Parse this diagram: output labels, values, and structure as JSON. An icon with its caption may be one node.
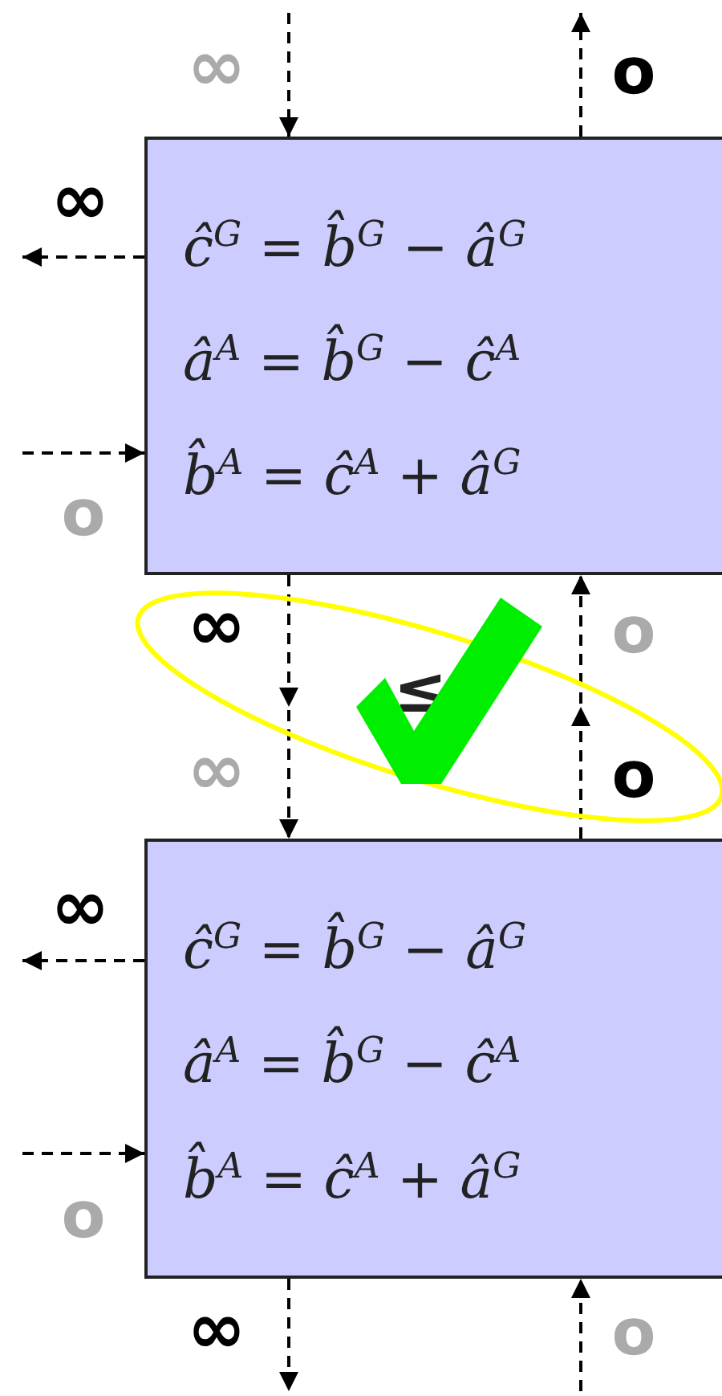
{
  "diagram": {
    "nodes": [
      {
        "text": [
          "ĉ$^{G}$ = b̂$^{G}$ − â$^{G}$",
          "â$^{A}$ = b̂$^{G}$ − ĉ$^{A}$",
          "b̂$^{A}$ = ĉ$^{A}$ + â$^{G}$"
        ]
      },
      {
        "text": [
          "ĉ$^{G}$ = b̂$^{G}$ − â$^{G}$",
          "â$^{A}$ = b̂$^{G}$ − ĉ$^{A}$",
          "b̂$^{A}$ = ĉ$^{A}$ + â$^{G}$"
        ]
      }
    ],
    "edges": [
      {
        "from": null,
        "to": 0,
        "arrow": "to",
        "style": "dashed"
      },
      {
        "from": 0,
        "to": null,
        "arrow": "to",
        "style": "dashed"
      },
      {
        "from": 0,
        "to": null,
        "arrow": "to",
        "style": "dashed"
      },
      {
        "from": null,
        "to": 0,
        "arrow": "to",
        "style": "dashed"
      },
      {
        "from": 0,
        "to": 1,
        "arrow": "to",
        "style": "dashed"
      },
      {
        "from": 1,
        "to": 0,
        "arrow": "to",
        "style": "dashed"
      },
      {
        "from": 1,
        "to": null,
        "arrow": "to",
        "style": "dashed"
      },
      {
        "from": null,
        "to": 1,
        "arrow": "to",
        "style": "dashed"
      },
      {
        "from": 1,
        "to": null,
        "arrow": "to",
        "style": "dashed"
      },
      {
        "from": null,
        "to": 1,
        "arrow": "to",
        "style": "dashed"
      }
    ],
    "labels": [
      "∞",
      "o",
      "∞",
      "o",
      "∞",
      "≤",
      "o",
      "∞",
      "o",
      "∞",
      "o",
      "∞",
      "o"
    ]
  }
}
